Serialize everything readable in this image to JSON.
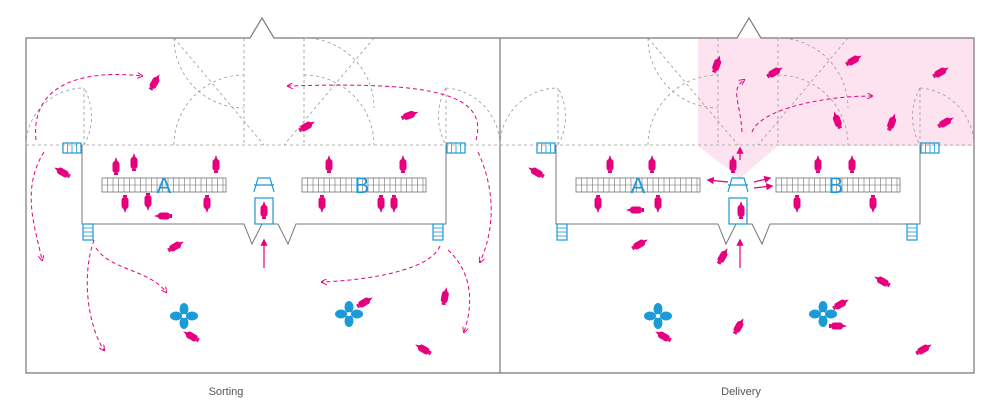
{
  "colors": {
    "agent": "#e6007e",
    "station": "#1a9ad6",
    "wall": "#777777",
    "dash": "#9a9a9a",
    "highlight": "#fde3ef"
  },
  "panels": [
    {
      "caption": "Sorting",
      "zone_a_label": "A",
      "zone_b_label": "B",
      "delivery_zone_highlight": false
    },
    {
      "caption": "Delivery",
      "zone_a_label": "A",
      "zone_b_label": "B",
      "delivery_zone_highlight": true
    }
  ]
}
